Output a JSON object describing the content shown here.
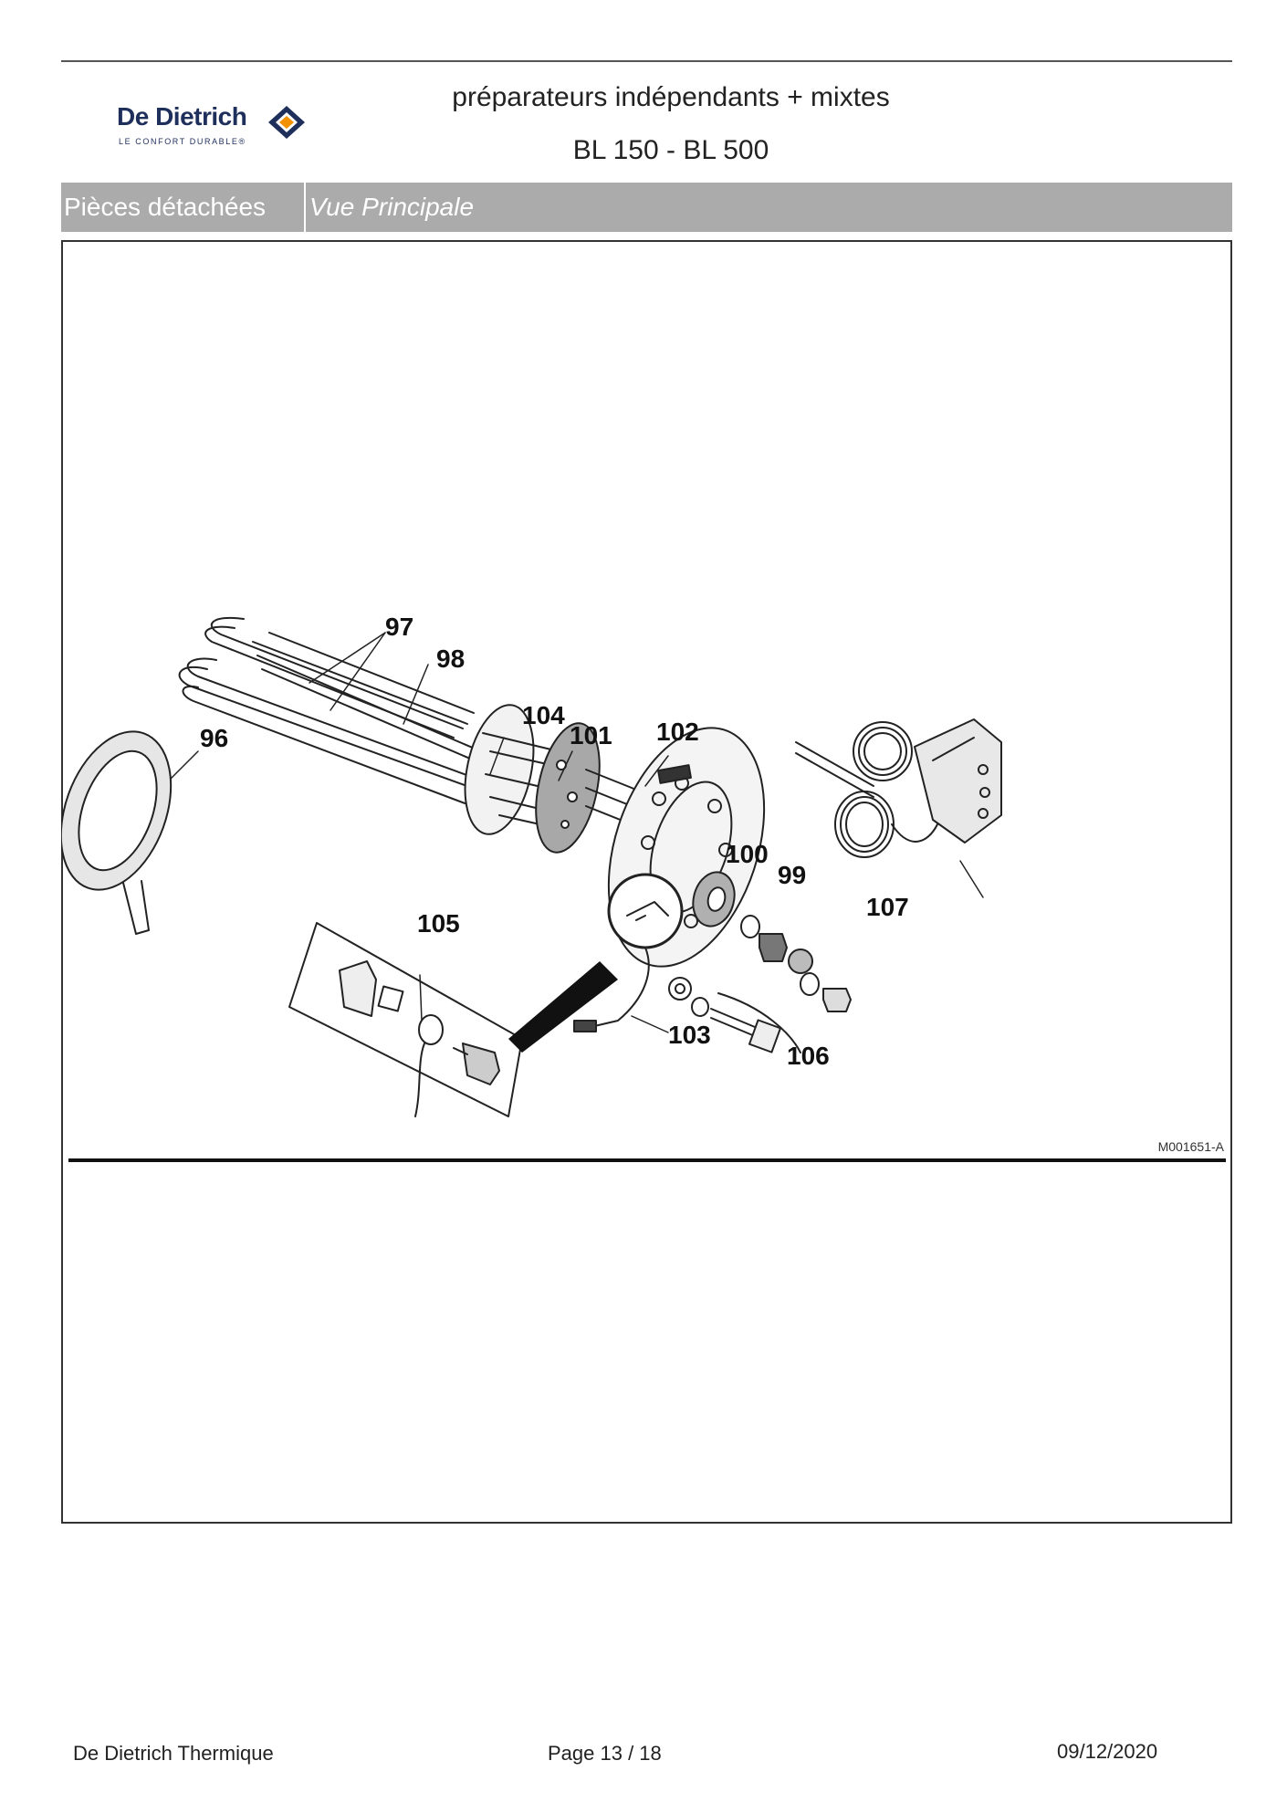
{
  "header": {
    "brand": "De Dietrich",
    "tagline": "LE CONFORT DURABLE®",
    "title_line1": "préparateurs indépendants + mixtes",
    "title_line2": "BL 150 - BL 500"
  },
  "band": {
    "section": "Pièces détachées",
    "view": "Vue Principale"
  },
  "diagram": {
    "callouts": {
      "c96": "96",
      "c97": "97",
      "c98": "98",
      "c99": "99",
      "c100": "100",
      "c101": "101",
      "c102": "102",
      "c103": "103",
      "c104": "104",
      "c105": "105",
      "c106": "106",
      "c107": "107"
    },
    "reference": "M001651-A"
  },
  "footer": {
    "company": "De Dietrich Thermique",
    "page": "Page 13  /  18",
    "date": "09/12/2020"
  },
  "colors": {
    "band": "#ababab",
    "brand_blue": "#1f2f5c",
    "brand_orange": "#f39200"
  }
}
